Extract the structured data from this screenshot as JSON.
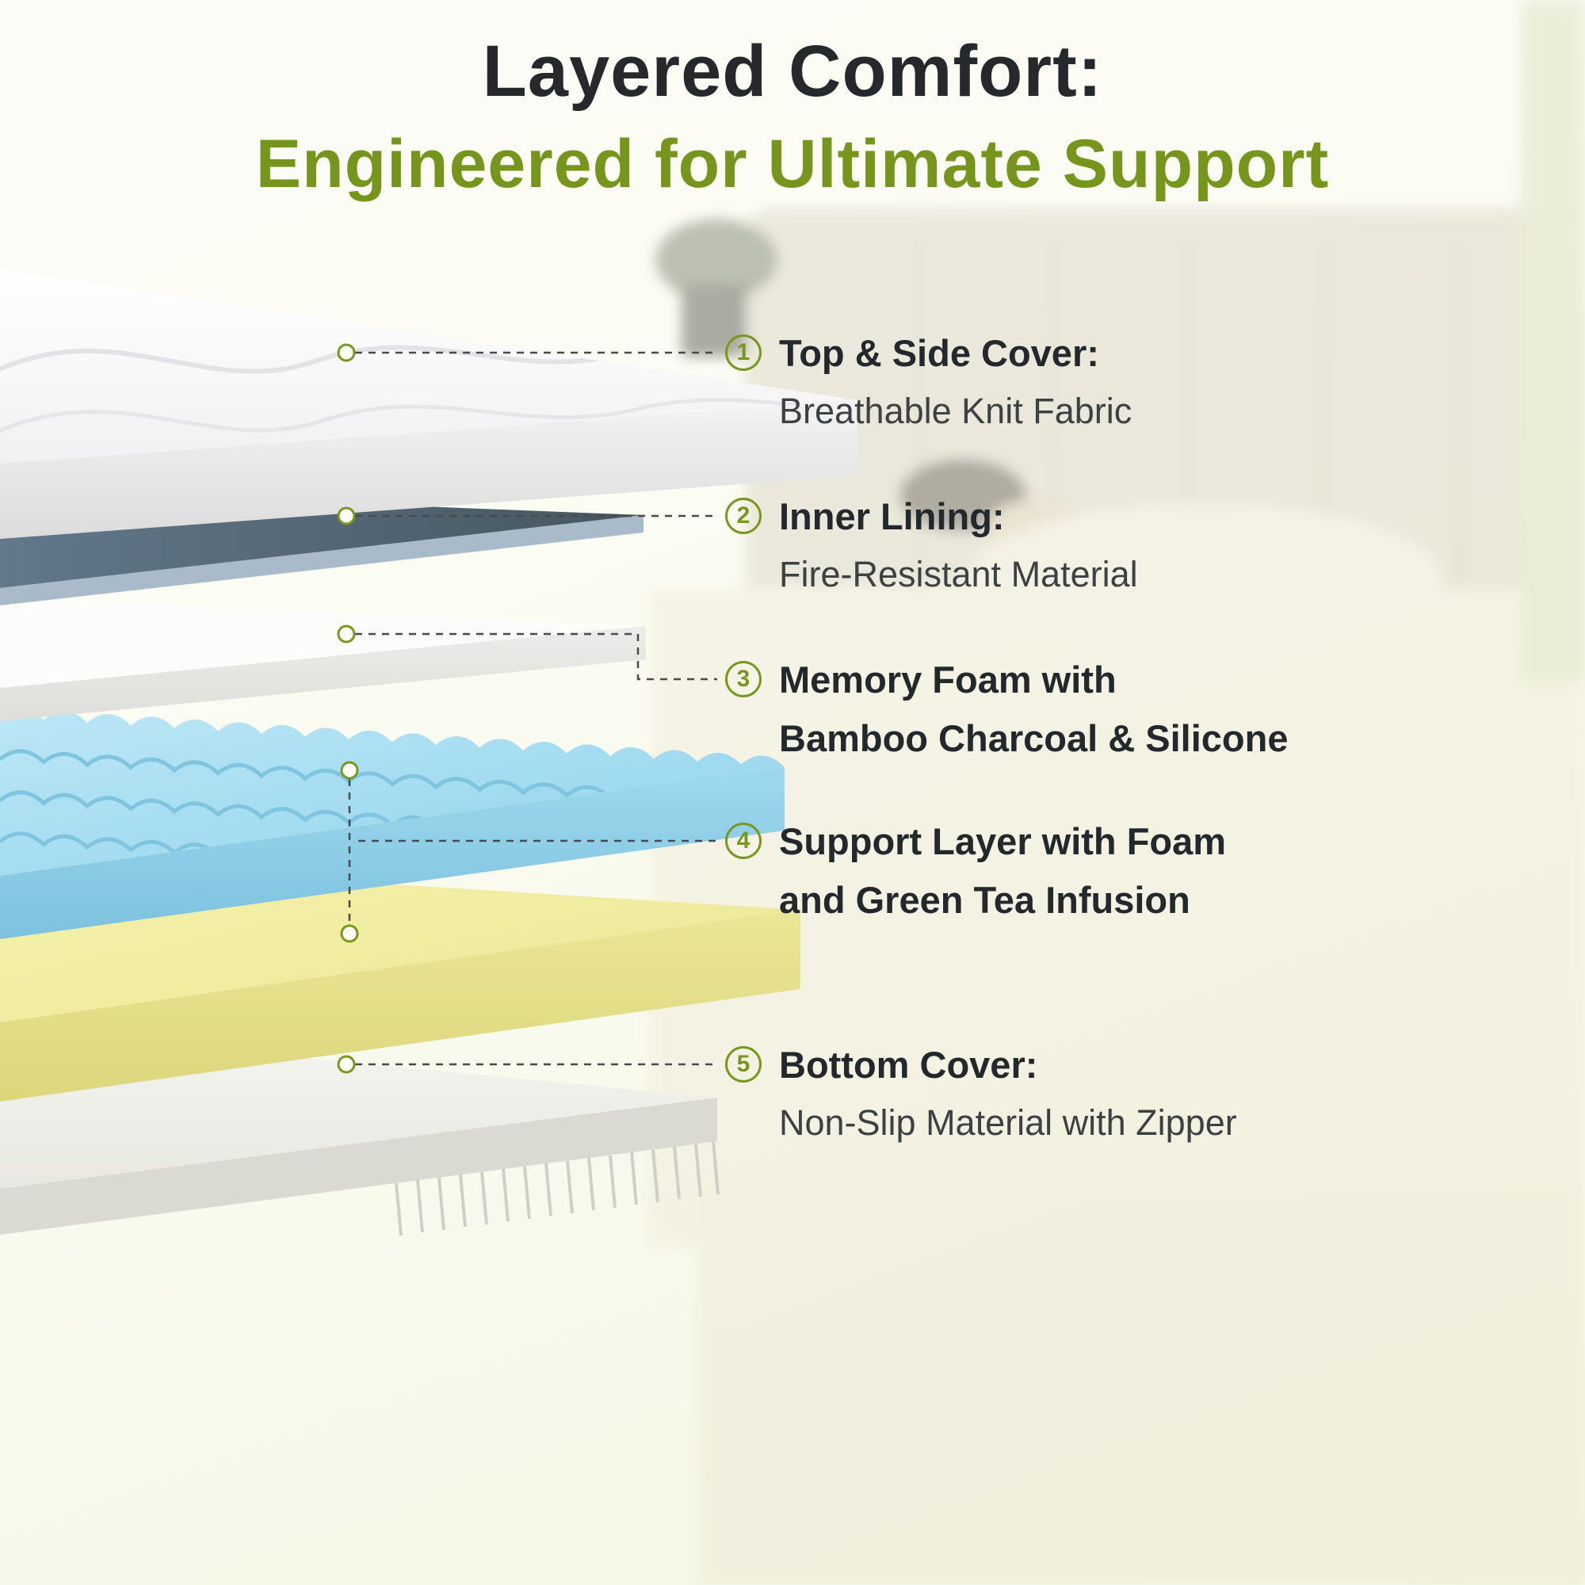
{
  "header": {
    "title_line1": "Layered Comfort:",
    "title_line2": "Engineered for Ultimate Support"
  },
  "callouts": [
    {
      "number": "1",
      "line1": "Top & Side Cover:",
      "line2": "Breathable Knit Fabric"
    },
    {
      "number": "2",
      "line1": "Inner Lining:",
      "line2": "Fire-Resistant Material"
    },
    {
      "number": "3",
      "line1": "Memory Foam with",
      "line2": "Bamboo Charcoal & Silicone"
    },
    {
      "number": "4",
      "line1": "Support Layer with Foam",
      "line2": "and Green Tea Infusion"
    },
    {
      "number": "5",
      "line1": "Bottom Cover:",
      "line2": "Non-Slip Material with Zipper"
    }
  ],
  "diagram": {
    "layers": [
      {
        "name": "top-side-cover",
        "color": "#ffffff"
      },
      {
        "name": "inner-lining",
        "color": "#586c7e"
      },
      {
        "name": "memory-foam",
        "color": "#fbfbfa"
      },
      {
        "name": "convoluted-blue-foam",
        "color": "#a9ddf2"
      },
      {
        "name": "support-yellow-foam",
        "color": "#f0eca0"
      },
      {
        "name": "bottom-cover",
        "color": "#f1f1ec"
      }
    ],
    "leader_dot_color": "#79961e"
  },
  "colors": {
    "accent_green": "#76951d",
    "heading_dark": "#26292b",
    "body_text": "#3d4144",
    "leader_line": "#4a4a4a",
    "background": "#f8faee"
  }
}
